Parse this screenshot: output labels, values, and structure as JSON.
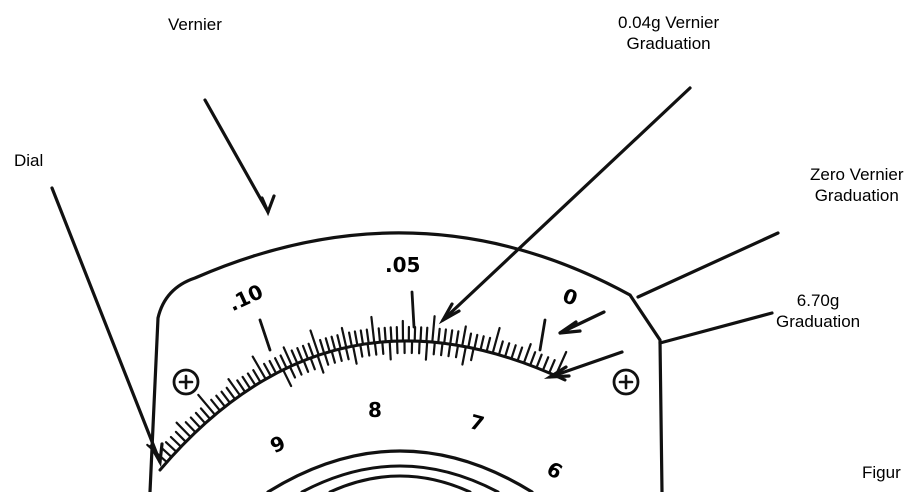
{
  "callouts": {
    "vernier": "Vernier",
    "dial": "Dial",
    "vernier_004": [
      "0.04g Vernier",
      "Graduation"
    ],
    "zero_vernier": [
      "Zero Vernier",
      "Graduation"
    ],
    "graduation_670": [
      "6.70g",
      "Graduation"
    ]
  },
  "vernier_scale": {
    "labels": [
      ".10",
      ".05",
      "0"
    ]
  },
  "dial_scale": {
    "labels": [
      "9",
      "8",
      "7",
      "6"
    ]
  },
  "screws": {
    "icon": "phillips-screw-icon",
    "count": 2
  },
  "figure_caption_partial": "Figur",
  "colors": {
    "ink": "#111111",
    "background": "#ffffff"
  }
}
